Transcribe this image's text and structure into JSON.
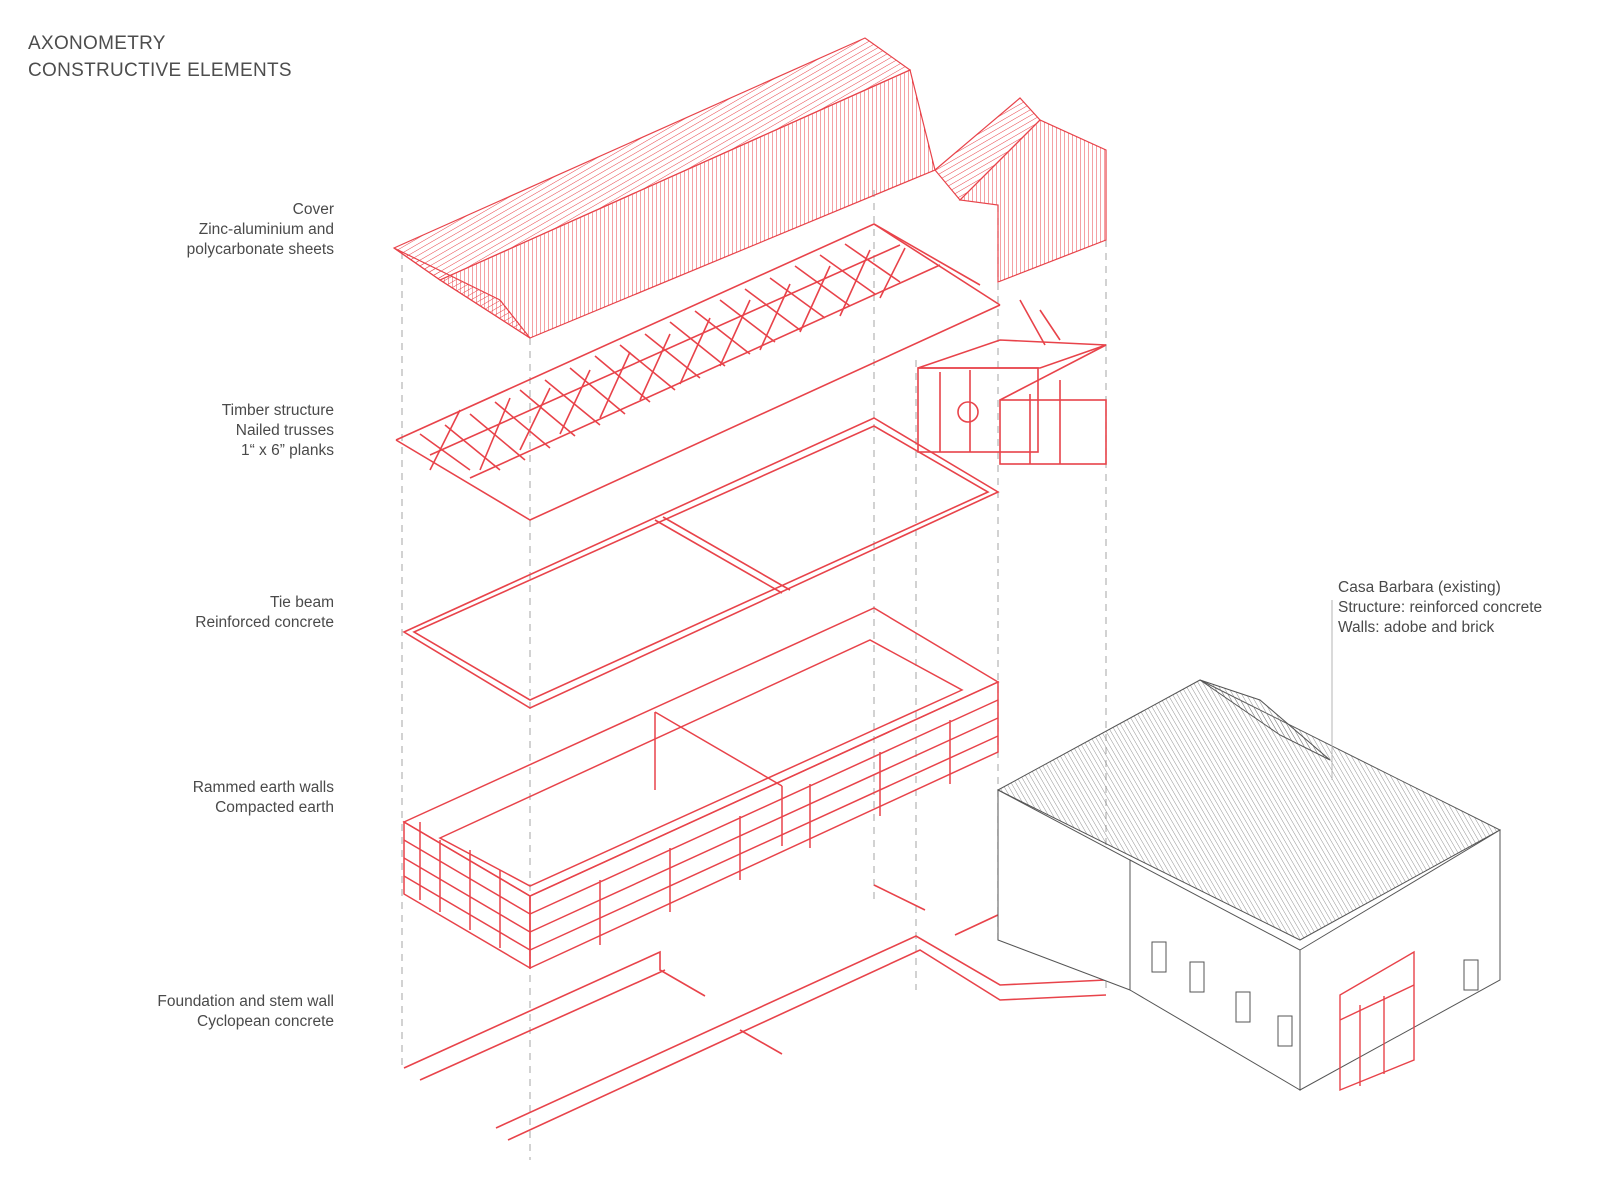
{
  "title": {
    "line1": "AXONOMETRY",
    "line2": "CONSTRUCTIVE ELEMENTS"
  },
  "layers": [
    {
      "name": "Cover",
      "lines": [
        "Zinc-aluminium and",
        "polycarbonate sheets"
      ]
    },
    {
      "name": "Timber structure",
      "lines": [
        "Nailed trusses",
        "1“ x 6” planks"
      ]
    },
    {
      "name": "Tie beam",
      "lines": [
        "Reinforced concrete"
      ]
    },
    {
      "name": "Rammed earth walls",
      "lines": [
        "Compacted earth"
      ]
    },
    {
      "name": "Foundation and stem wall",
      "lines": [
        "Cyclopean concrete"
      ]
    }
  ],
  "existing": {
    "name": "Casa Barbara (existing)",
    "lines": [
      "Structure: reinforced concrete",
      "Walls: adobe and brick"
    ]
  },
  "colors": {
    "accent": "#e8434a",
    "existing": "#555555",
    "guide": "#b5b5b5",
    "text": "#4a4a4a"
  }
}
